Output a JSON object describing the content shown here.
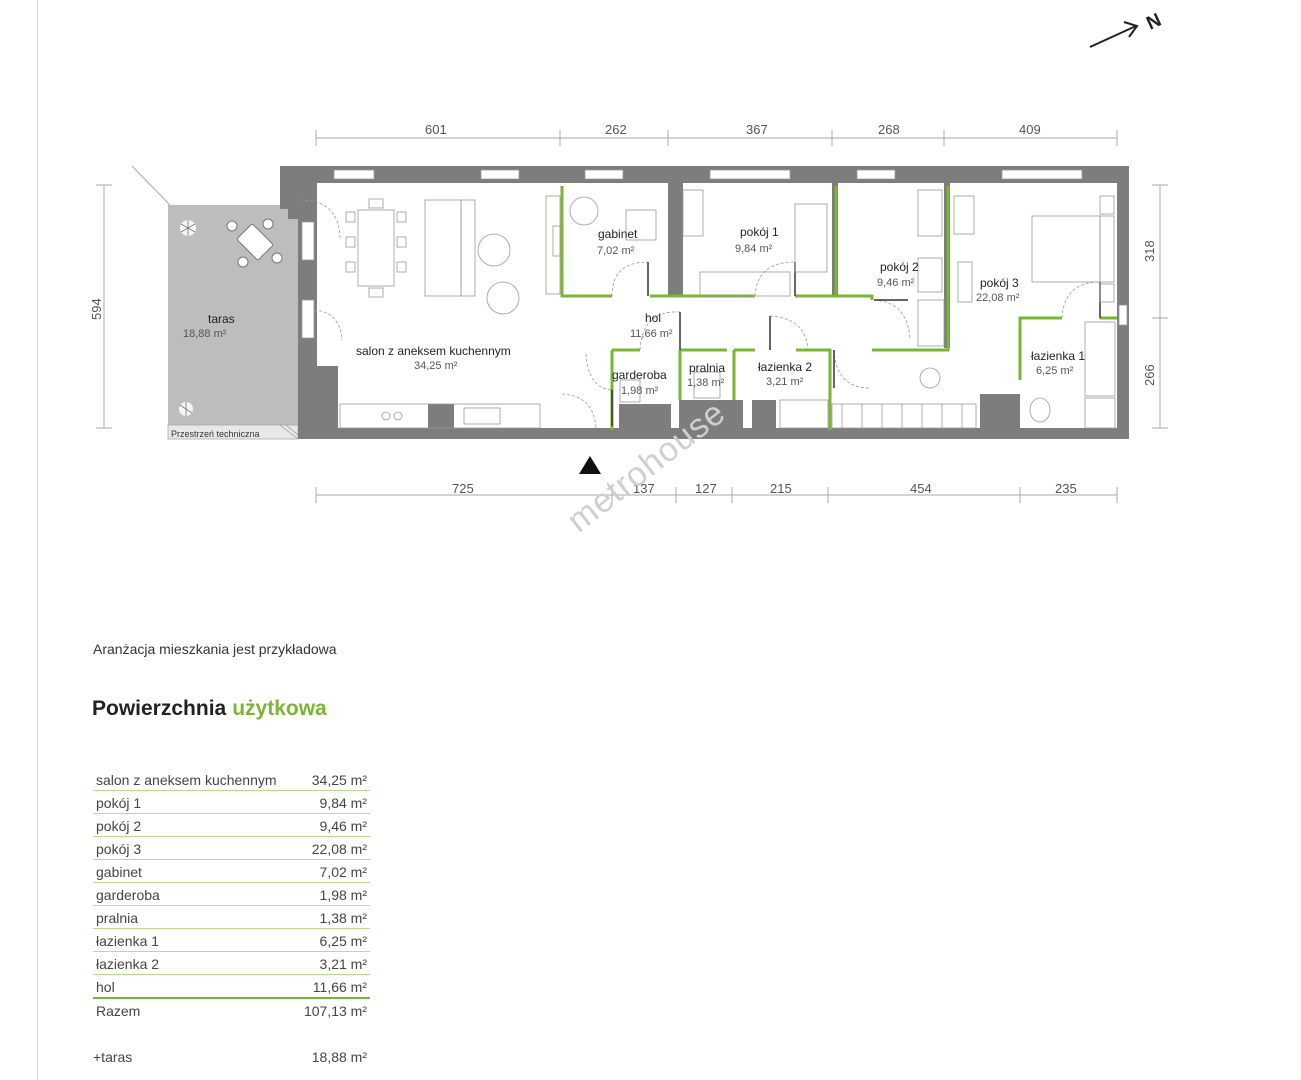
{
  "compass": {
    "north_label": "N"
  },
  "rooms": {
    "terrace": {
      "name": "taras",
      "area": "18,88 m²"
    },
    "technical": {
      "name": "Przestrzeń techniczna"
    },
    "living": {
      "name": "salon z aneksem kuchennym",
      "area": "34,25 m²"
    },
    "office": {
      "name": "gabinet",
      "area": "7,02 m²"
    },
    "room1": {
      "name": "pokój 1",
      "area": "9,84 m²"
    },
    "room2": {
      "name": "pokój 2",
      "area": "9,46 m²"
    },
    "room3": {
      "name": "pokój 3",
      "area": "22,08 m²"
    },
    "hall": {
      "name": "hol",
      "area": "11,66 m²"
    },
    "wardrobe": {
      "name": "garderoba",
      "area": "1,98 m²"
    },
    "laundry": {
      "name": "pralnia",
      "area": "1,38 m²"
    },
    "bath2": {
      "name": "łazienka 2",
      "area": "3,21 m²"
    },
    "bath1": {
      "name": "łazienka 1",
      "area": "6,25 m²"
    }
  },
  "dimensions": {
    "top": [
      "601",
      "262",
      "367",
      "268",
      "409"
    ],
    "bottom": [
      "725",
      "137",
      "127",
      "215",
      "454",
      "235"
    ],
    "left": "594",
    "right_top": "318",
    "right_bottom": "266"
  },
  "watermark": "metrohouse",
  "note": "Aranżacja mieszkania jest przykładowa",
  "heading": {
    "main": "Powierzchnia",
    "accent": "użytkowa"
  },
  "area_table": [
    {
      "name": "salon z aneksem kuchennym",
      "value": "34,25 m²"
    },
    {
      "name": "pokój 1",
      "value": "9,84 m²"
    },
    {
      "name": "pokój 2",
      "value": "9,46 m²"
    },
    {
      "name": "pokój 3",
      "value": "22,08 m²"
    },
    {
      "name": "gabinet",
      "value": "7,02 m²"
    },
    {
      "name": "garderoba",
      "value": "1,98 m²"
    },
    {
      "name": "pralnia",
      "value": "1,38 m²"
    },
    {
      "name": "łazienka 1",
      "value": "6,25 m²"
    },
    {
      "name": "łazienka 2",
      "value": "3,21 m²"
    },
    {
      "name": "hol",
      "value": "11,66 m²"
    }
  ],
  "total": {
    "name": "Razem",
    "value": "107,13 m²"
  },
  "terrace_extra": {
    "name": "+taras",
    "value": "18,88 m²"
  },
  "colors": {
    "accent": "#7ab534",
    "wall": "#7d7d7d",
    "terrace": "#bdbdbd",
    "dimension": "#aaaaaa"
  }
}
